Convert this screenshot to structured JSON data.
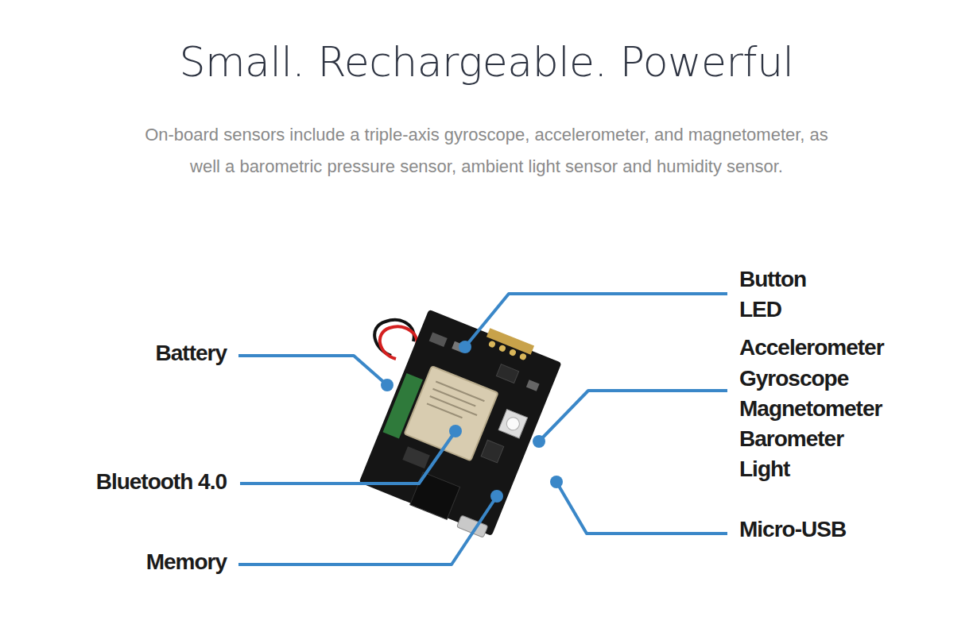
{
  "diagram": {
    "title": "Small. Rechargeable. Powerful",
    "caption": "On-board sensors include a triple-axis gyroscope, accelerometer, and magnetometer, as well a barometric pressure sensor, ambient light sensor and humidity sensor.",
    "labels": [
      "Battery",
      "Bluetooth 4.0",
      "Memory",
      "Button",
      "LED",
      "Accelerometer",
      "Gyroscope",
      "Magnetometer",
      "Barometer",
      "Light",
      "Micro-USB"
    ]
  }
}
